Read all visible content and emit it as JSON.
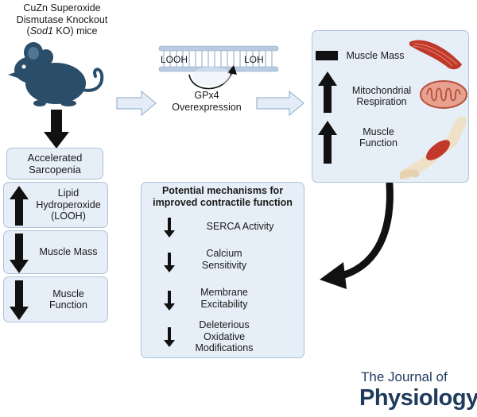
{
  "mouse": {
    "title_line1": "CuZn Superoxide",
    "title_line2": "Dismutase Knockout",
    "title_line3_italic": "Sod1",
    "title_line3_rest": " KO) mice",
    "title_line3_open": "("
  },
  "left_column": {
    "accelerated_sarcopenia": "Accelerated Sarcopenia",
    "items": [
      {
        "label": "Lipid Hydroperoxide (LOOH)",
        "direction": "up"
      },
      {
        "label": "Muscle Mass",
        "direction": "down"
      },
      {
        "label": "Muscle Function",
        "direction": "down"
      }
    ]
  },
  "membrane": {
    "substrate": "LOOH",
    "product": "LOH",
    "intervention": "GPx4 Overexpression"
  },
  "results": {
    "items": [
      {
        "label": "Muscle Mass",
        "indicator": "no-change"
      },
      {
        "label": "Mitochondrial Respiration",
        "indicator": "up"
      },
      {
        "label": "Muscle Function",
        "indicator": "up"
      }
    ]
  },
  "mechanisms": {
    "title_line1": "Potential mechanisms for",
    "title_line2": "improved contractile function",
    "items": [
      {
        "label": "SERCA Activity",
        "direction": "down"
      },
      {
        "label": "Calcium Sensitivity",
        "direction": "down"
      },
      {
        "label": "Membrane Excitability",
        "direction": "down"
      },
      {
        "label": "Deleterious Oxidative Modifications",
        "direction": "down"
      }
    ]
  },
  "journal": {
    "line1": "The Journal of",
    "line2": "Physiology"
  },
  "colors": {
    "box_fill": "#e6eef7",
    "box_border": "#aec3dc",
    "arrow_fill": "#d8e6f3",
    "mouse": "#2a4d69",
    "muscle": "#c0392b",
    "journal": "#1f3a5c"
  }
}
